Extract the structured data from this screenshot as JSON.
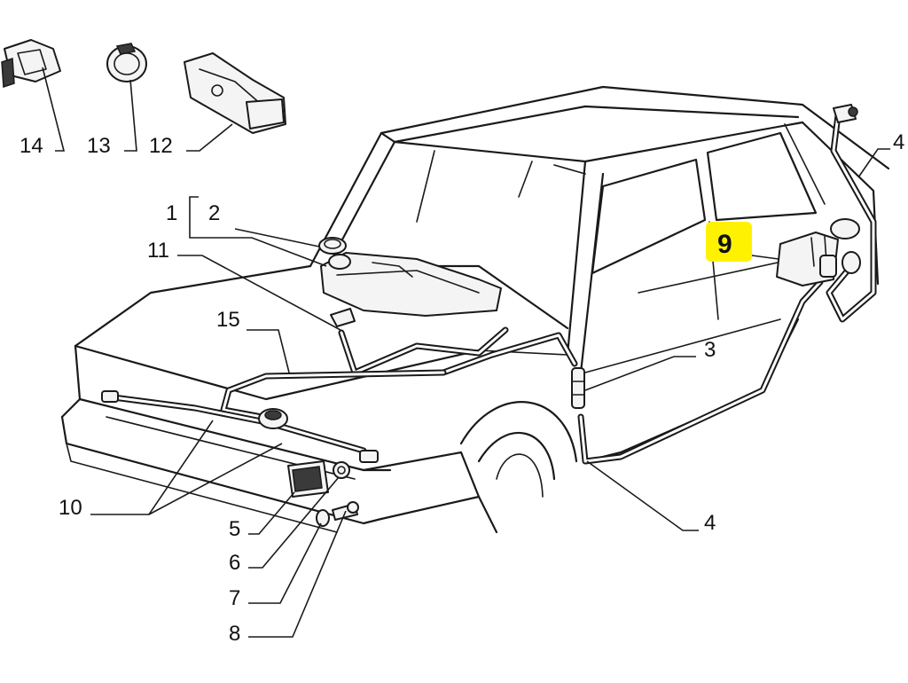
{
  "callouts": {
    "c1": "1",
    "c2": "2",
    "c3": "3",
    "c4_top": "4",
    "c4_bottom": "4",
    "c5": "5",
    "c6": "6",
    "c7": "7",
    "c8": "8",
    "c9": "9",
    "c10": "10",
    "c11": "11",
    "c12": "12",
    "c13": "13",
    "c14": "14",
    "c15": "15"
  },
  "colors": {
    "highlight": "#fff200",
    "ink": "#1a1a1a"
  }
}
